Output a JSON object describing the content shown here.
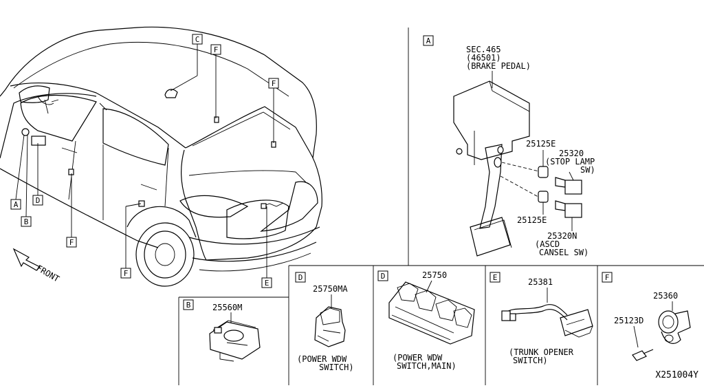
{
  "tags": {
    "a": "A",
    "b": "B",
    "c": "C",
    "d": "D",
    "e": "E",
    "f": "F"
  },
  "car": {
    "front_label": "FRONT"
  },
  "panel_a": {
    "sec_line1": "SEC.465",
    "sec_line2": "(46501)",
    "sec_line3": "(BRAKE PEDAL)",
    "clip_top": "25125E",
    "clip_bottom": "25125E",
    "stop_lamp_part": "25320",
    "stop_lamp_line1": "(STOP LAMP",
    "stop_lamp_line2": "SW)",
    "ascd_part": "25320N",
    "ascd_line1": "(ASCD",
    "ascd_line2": "CANSEL SW)"
  },
  "panel_b": {
    "part": "25560M"
  },
  "panel_d_sub": {
    "part": "25750MA",
    "line1": "(POWER WDW",
    "line2": "SWITCH)"
  },
  "panel_d_main": {
    "part": "25750",
    "line1": "(POWER WDW",
    "line2": "SWITCH,MAIN)"
  },
  "panel_e": {
    "part": "25381",
    "line1": "(TRUNK OPENER",
    "line2": "SWITCH)"
  },
  "panel_f": {
    "part_screw": "25123D",
    "part_switch": "25360"
  },
  "diagram_id": "X251004Y"
}
